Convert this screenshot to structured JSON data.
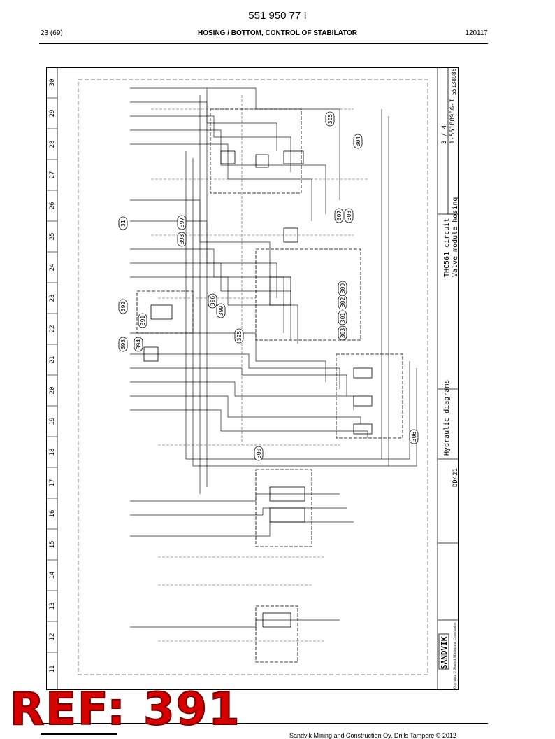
{
  "header": {
    "doc_number": "551 950 77 I",
    "page": "23 (69)",
    "title": "HOSING / BOTTOM, CONTROL OF STABILATOR",
    "code": "120117"
  },
  "stamp": {
    "text": "REF: 391"
  },
  "footer": {
    "text": "Sandvik Mining and Construction Oy, Drills Tampere © 2012"
  },
  "drawing": {
    "column_numbers": [
      "30",
      "29",
      "28",
      "27",
      "26",
      "25",
      "24",
      "23",
      "22",
      "21",
      "20",
      "19",
      "18",
      "17",
      "16",
      "15",
      "14",
      "13",
      "12",
      "11"
    ],
    "callouts": [
      "305",
      "304",
      "31",
      "397",
      "398",
      "307",
      "308",
      "396",
      "399",
      "392",
      "391",
      "393",
      "394",
      "395",
      "301",
      "302",
      "309",
      "303",
      "306",
      "300"
    ],
    "title_block": {
      "title": "THC561 circuit",
      "subtitle": "Valve module hosing",
      "diagram_type": "Hydraulic diagrams",
      "code": "DD421",
      "sheet": "3 / 4",
      "dwg_no": "1-55188986-I",
      "id_code": "55138986",
      "brand": "SANDVIK",
      "copyright": "Copyright © Sandvik Mining and Construction"
    }
  }
}
